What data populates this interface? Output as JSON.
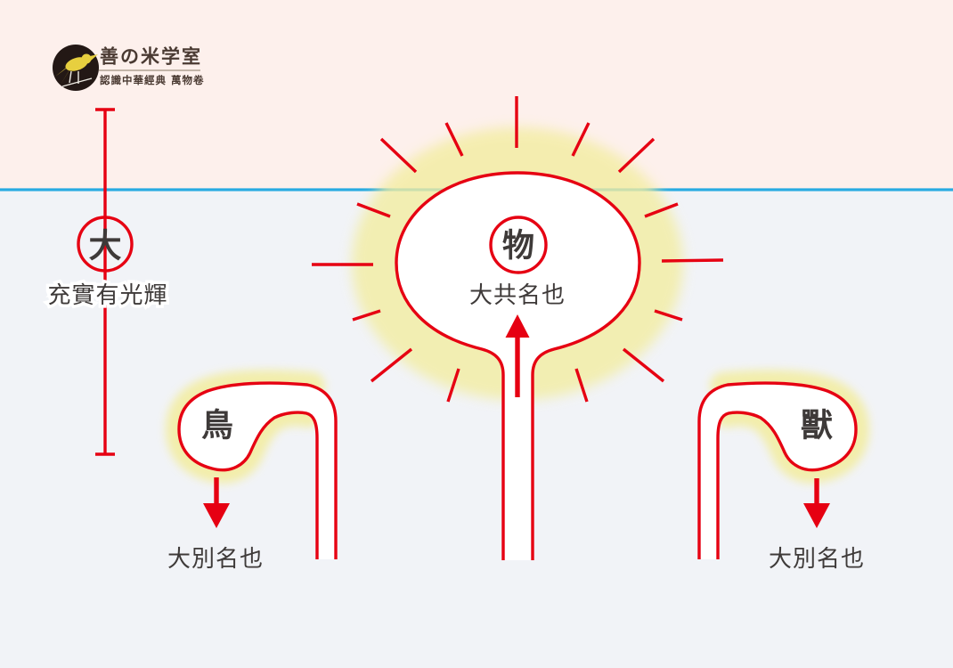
{
  "colors": {
    "red": "#e60012",
    "horizon_blue": "#29abe2",
    "glow_yellow": "#f3eda1",
    "bg_top": "#fdf0ec",
    "bg_bottom": "#f1f3f7",
    "ink": "#3e3a39",
    "logo_dark": "#231815",
    "logo_brown": "#4a3a32",
    "bird_yellow": "#e7cf3f"
  },
  "logo": {
    "brand": "善の米学室",
    "subtitle": "認識中華經典 萬物卷",
    "icon": "bird-logo"
  },
  "axis": {
    "term": "大",
    "gloss": "充實有光輝"
  },
  "sun": {
    "term": "物",
    "gloss": "大共名也"
  },
  "bird": {
    "term": "鳥",
    "gloss": "大別名也"
  },
  "beast": {
    "term": "獸",
    "gloss": "大別名也"
  }
}
